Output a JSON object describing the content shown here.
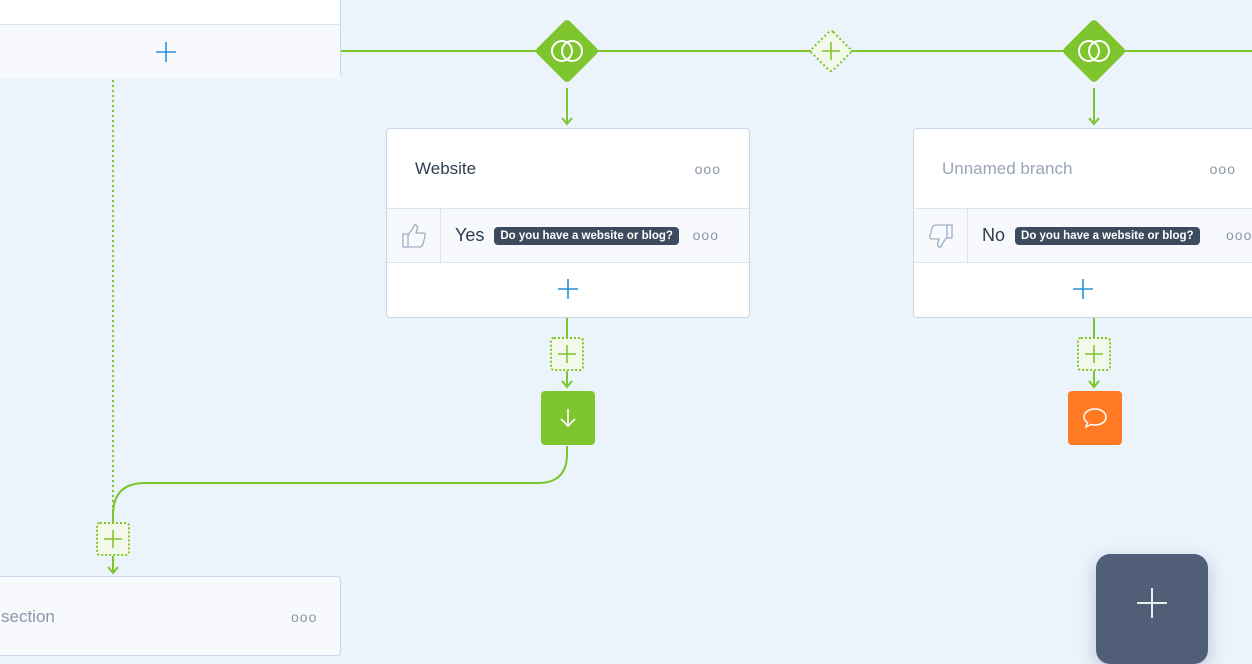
{
  "colors": {
    "background": "#ebf3fb",
    "connector_green": "#7ec52e",
    "action_green": "#7ec52e",
    "message_orange": "#ff7a22",
    "add_blue": "#2a8fd6",
    "chip_dark": "#3d4b5e",
    "fab": "#505f77"
  },
  "branches": [
    {
      "title": "Website",
      "title_muted": false,
      "menu": "ooo",
      "condition": {
        "icon": "thumbs-up-icon",
        "answer": "Yes",
        "question": "Do you have a website or blog?",
        "menu": "ooo"
      },
      "next_step": {
        "type": "jump",
        "icon": "arrow-down-icon"
      }
    },
    {
      "title": "Unnamed branch",
      "title_muted": true,
      "menu": "ooo",
      "condition": {
        "icon": "thumbs-down-icon",
        "answer": "No",
        "question": "Do you have a website or blog?",
        "menu": "ooo"
      },
      "next_step": {
        "type": "message",
        "icon": "speech-bubble-icon"
      }
    }
  ],
  "bottom_section": {
    "title": "section",
    "menu": "ooo"
  },
  "fab": {
    "icon": "plus-icon"
  }
}
